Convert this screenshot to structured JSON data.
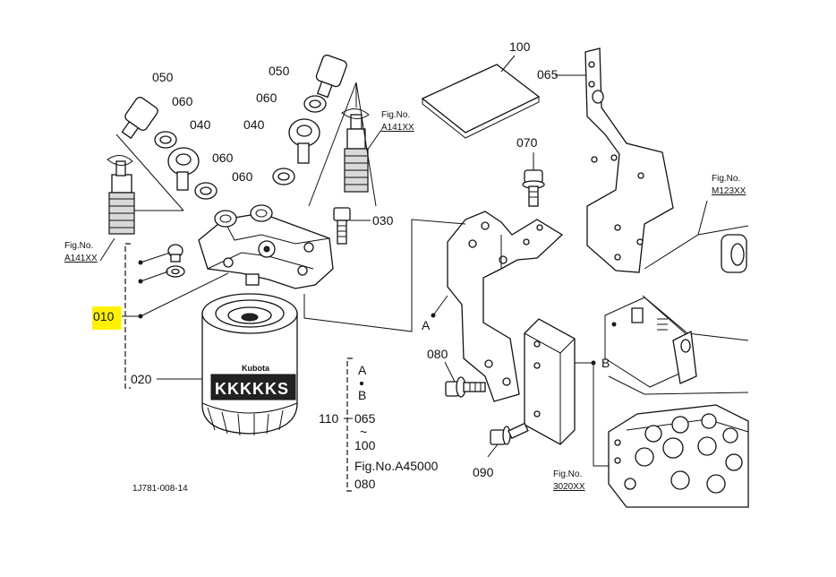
{
  "callouts": {
    "c010": "010",
    "c020": "020",
    "c030": "030",
    "c040a": "040",
    "c040b": "040",
    "c050a": "050",
    "c050b": "050",
    "c060a": "060",
    "c060b": "060",
    "c060c": "060",
    "c060d": "060",
    "c065": "065",
    "c070": "070",
    "c080": "080",
    "c090": "090",
    "c100": "100",
    "c110": "110"
  },
  "fig_refs": {
    "left_line1": "Fig.No.",
    "left_line2": "A141XX",
    "center_line1": "Fig.No.",
    "center_line2": "A141XX",
    "right_line1": "Fig.No.",
    "right_line2": "M123XX",
    "bottom_line1": "Fig.No.",
    "bottom_line2": "3020XX"
  },
  "range_list": {
    "a": "A",
    "b": "B",
    "r065": "065",
    "tilde": "~",
    "r100": "100",
    "fig": "Fig.No.A45000",
    "r080": "080"
  },
  "points": {
    "a": "A",
    "b": "B"
  },
  "filter_brand": "Kubota",
  "filter_band": "KKKKKS",
  "drawing_number": "1J781-008-14",
  "highlight_color": "#fff200"
}
